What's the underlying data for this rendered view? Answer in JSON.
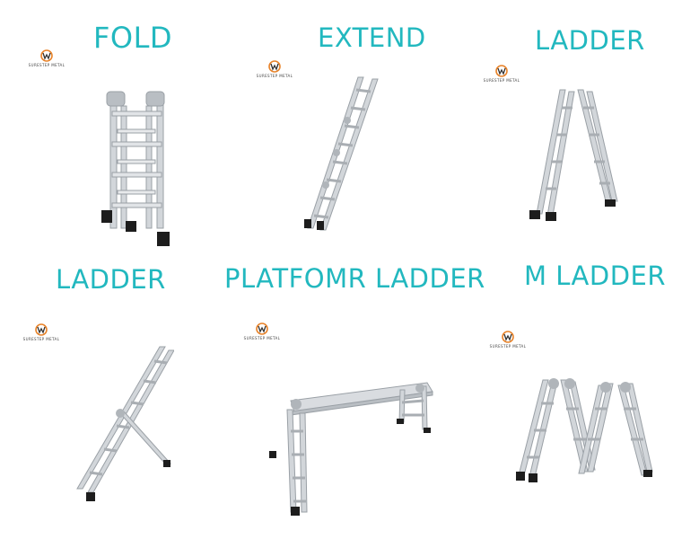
{
  "titles": {
    "fold": "FOLD",
    "extend": "EXTEND",
    "ladder_top": "LADDER",
    "ladder_bottom": "LADDER",
    "platform": "PLATFOMR LADDER",
    "m_ladder": "M LADDER"
  },
  "logo": {
    "text": "SURESTEP METAL",
    "icon": "surestep-logo-icon"
  },
  "colors": {
    "title": "#22b8bf",
    "logo_ring": "#e8832a",
    "aluminum": "#c9cdd2",
    "foot": "#1d1d1d"
  },
  "images": [
    {
      "name": "folded-ladder-image"
    },
    {
      "name": "extended-ladder-image"
    },
    {
      "name": "a-frame-ladder-image"
    },
    {
      "name": "leaning-ladder-image"
    },
    {
      "name": "platform-ladder-image"
    },
    {
      "name": "m-shape-ladder-image"
    }
  ]
}
